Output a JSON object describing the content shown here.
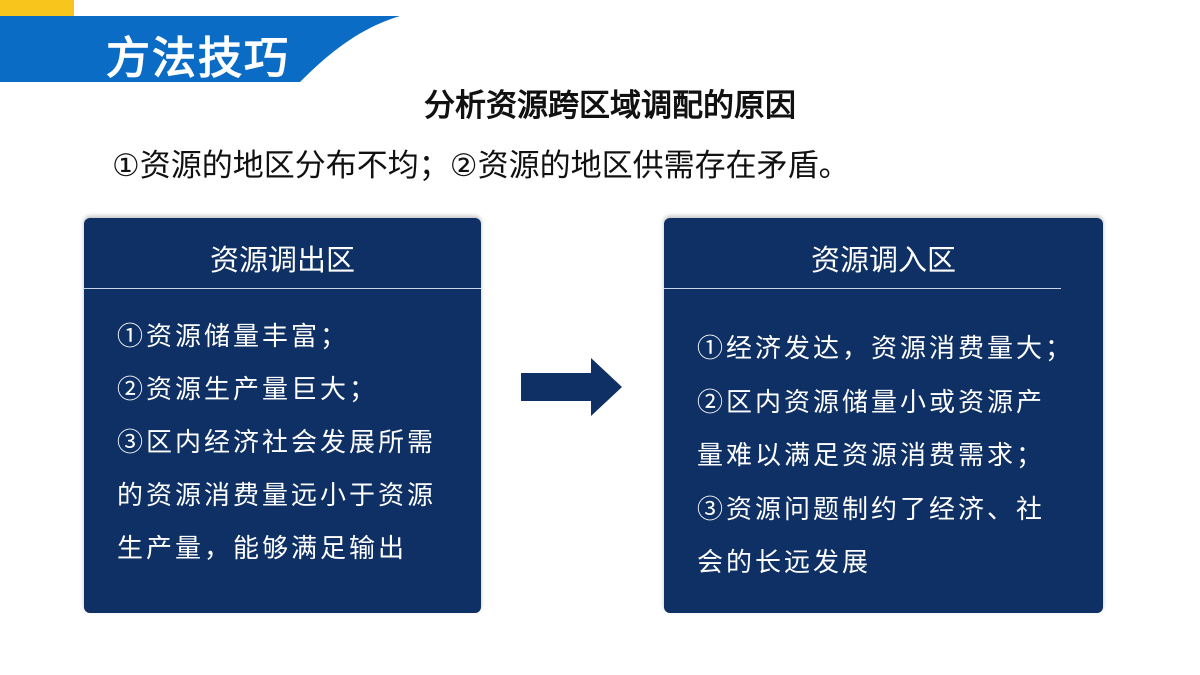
{
  "header": {
    "title": "方法技巧",
    "colors": {
      "blue": "#0a6cc4",
      "yellow": "#f7c51b"
    }
  },
  "subtitle": "分析资源跨区域调配的原因",
  "reasons": "①资源的地区分布不均；②资源的地区供需存在矛盾。",
  "export_region": {
    "title": "资源调出区",
    "lines": [
      "①资源储量丰富；",
      "②资源生产量巨大；",
      "③区内经济社会发展所需",
      "的资源消费量远小于资源",
      "生产量，能够满足输出"
    ]
  },
  "import_region": {
    "title": "资源调入区",
    "lines": [
      "①经济发达，资源消费量大；",
      "②区内资源储量小或资源产",
      "量难以满足资源消费需求；",
      "③资源问题制约了经济、社",
      "会的长远发展"
    ]
  },
  "arrow": {
    "icon": "arrow-right-icon",
    "color": "#0f3064"
  },
  "box_color": "#0f3064"
}
